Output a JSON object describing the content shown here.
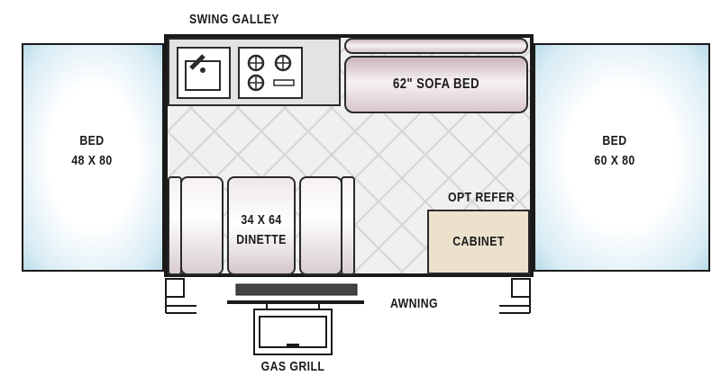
{
  "labels": {
    "swing_galley": "SWING GALLEY",
    "sofa_bed": "62\" SOFA BED",
    "bed_left_name": "BED",
    "bed_left_size": "48 X 80",
    "bed_right_name": "BED",
    "bed_right_size": "60 X 80",
    "dinette_size": "34 X 64",
    "dinette_name": "DINETTE",
    "opt_refer": "OPT REFER",
    "cabinet": "CABINET",
    "awning": "AWNING",
    "gas_grill": "GAS GRILL"
  },
  "colors": {
    "bed_tint": "#b9dbe8",
    "cushion_tint": "#d9cdd0",
    "cabinet_fill": "#ece2cc",
    "outline": "#1a1a1a"
  }
}
